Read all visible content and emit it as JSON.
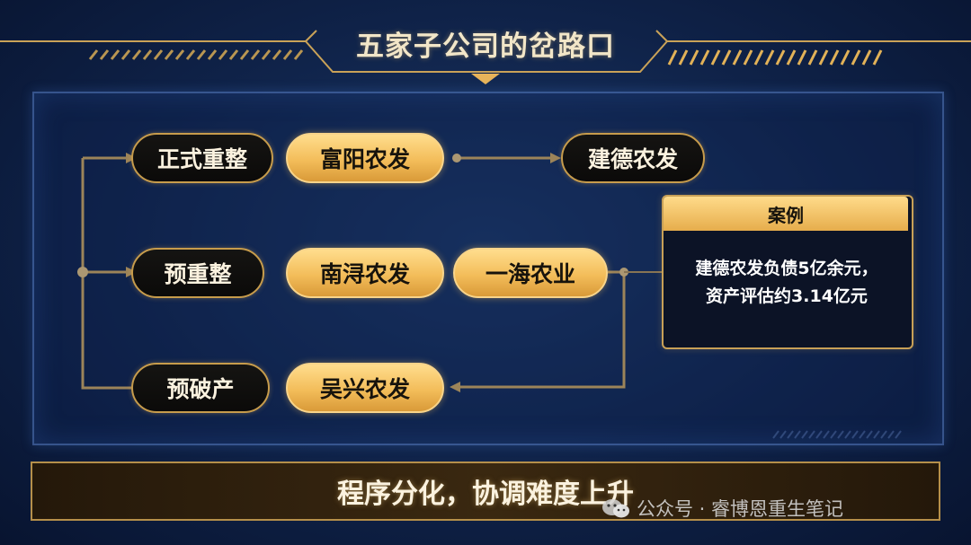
{
  "title": "五家子公司的岔路口",
  "nodes": {
    "restructure": "正式重整",
    "pre_restructure": "预重整",
    "pre_bankruptcy": "预破产",
    "fuyang": "富阳农发",
    "jiande": "建德农发",
    "nanxun": "南浔农发",
    "yihai": "一海农业",
    "wuxing": "吴兴农发"
  },
  "case": {
    "heading": "案例",
    "line1": "建德农发负债5亿余元，",
    "line2": "资产评估约3.14亿元"
  },
  "banner": "程序分化，协调难度上升",
  "watermark": "公众号 · 睿博恩重生笔记",
  "colors": {
    "gold": "#f3bd5a",
    "dark_pill": "#0b0a09",
    "background": "#0f2248"
  }
}
